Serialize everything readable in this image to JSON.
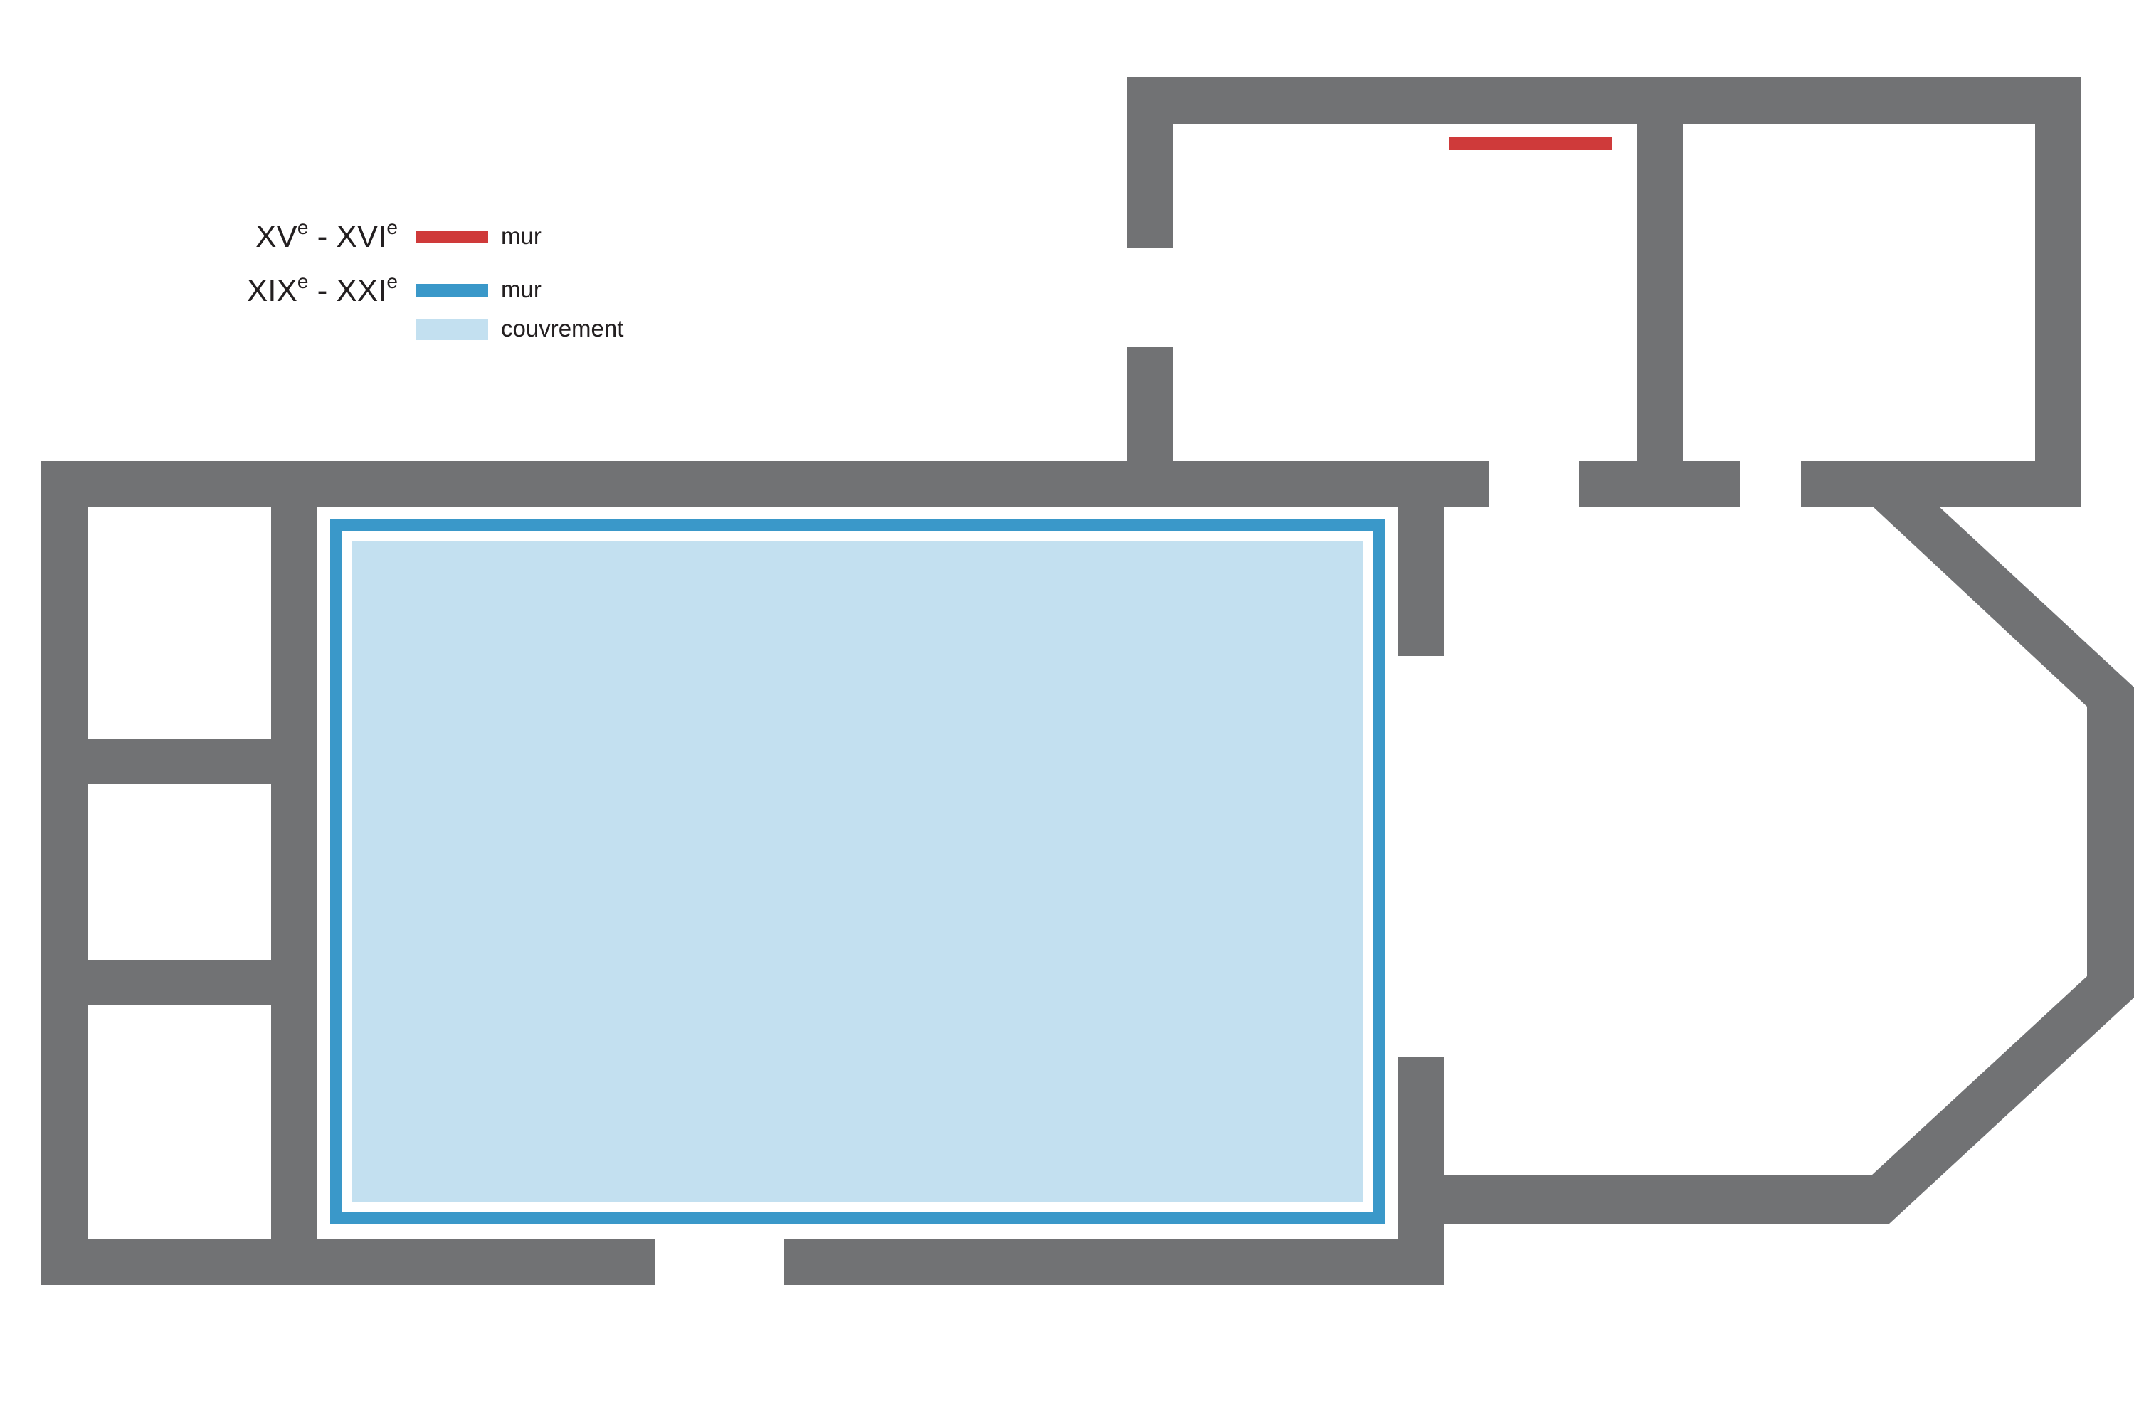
{
  "legend": {
    "period_1": {
      "century_a": "XV",
      "century_b": "XVI",
      "suffix": "e",
      "separator": " - "
    },
    "period_2": {
      "century_a": "XIX",
      "century_b": "XXI",
      "suffix": "e",
      "separator": " - "
    },
    "items": [
      {
        "label": "mur",
        "color": "#cf3a3a"
      },
      {
        "label": "mur",
        "color": "#3a98c9"
      },
      {
        "label": "couvrement",
        "color": "#c3e0f0"
      }
    ]
  },
  "colors": {
    "wall": "#717274",
    "wall_xv_xvi": "#cf3a3a",
    "wall_xix_xxi": "#3a98c9",
    "couvrement": "#c3e0f0",
    "background": "#ffffff"
  }
}
